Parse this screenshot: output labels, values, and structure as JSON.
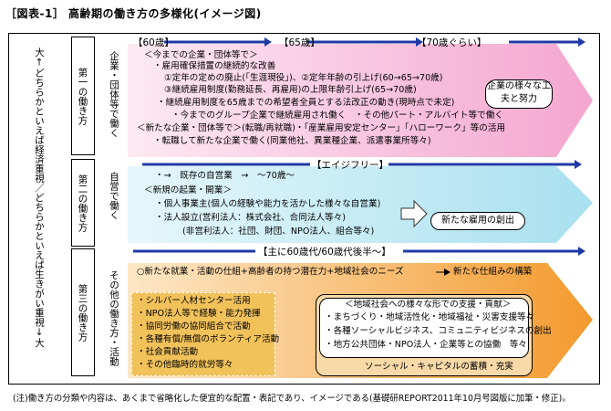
{
  "title": "［図表-1］ 高齢期の働き方の多様化(イメージ図)",
  "left_axis": "大↑どちらかといえば経済重視／どちらかといえば生きがい重視↓大",
  "row1": {
    "label": "第一の働き方",
    "sub_label": "企業・団体等で働く",
    "age_header": [
      "【60歳】",
      "【65歳】",
      "【70歳ぐらい】"
    ],
    "lines": [
      "＜今までの企業・団体等で＞",
      "・雇用確保措置の継続的な改善",
      "①定年の定めの廃止(「生涯現役」)、②定年年齢の引上げ(60→65→70歳)",
      "③継続雇用制度(勤務延長、再雇用)の上限年齢引上げ(65→70歳)",
      "・継続雇用制度を65歳までの希望者全員とする法改正の動き(現時点で未定)",
      "・今までのグループ企業で継続雇用され働く　・その他パート・アルバイト等で働く",
      "＜新たな企業・団体等で＞(転職/再就職)・「産業雇用安定センター」「ハローワーク」等の活用",
      "・転職して新たな企業で働く(同業他社、異業種企業、派遣事業所等々)"
    ],
    "note": "企業の様々な工夫と努力"
  },
  "row2": {
    "label": "第二の働き方",
    "sub_label": "自営で働く",
    "header": "【エイジフリー】",
    "lines": [
      "・→　既存の自営業　→　～70歳～",
      "＜新規の起業・開業＞",
      "・個人事業主(個人の経験や能力を活かした様々な自営業)",
      "・法人設立(営利法人：株式会社、合同法人等々)",
      "(非営利法人：社団、財団、NPO法人、組合等々)"
    ],
    "note": "新たな雇用の創出"
  },
  "row3": {
    "label": "第三の働き方",
    "sub_label": "その他の働き方・活動",
    "header": "【主に60歳代/60歳代後半～】",
    "intro": "○新たな就業・活動の仕組+高齢者の持つ潜在力+地域社会のニーズ",
    "new_mech": "新たな仕組みの構築",
    "left_lines": [
      "・シルバー人材センター活用",
      "・NPO法人等で経験・能力発揮",
      "・協同労働の協同組合で活動",
      "・各種有償/無償のボランティア活動",
      "・社会貢献活動",
      "・その他臨時的就労等々"
    ],
    "right_title": "＜地域社会への様々な形での支援・貢献＞",
    "right_lines": [
      "・まちづくり・地域活性化・地域福祉・災害支援等々",
      "・各種ソーシャルビジネス、コミュニティビジネスの創出",
      "・地方公共団体・NPO法人・企業等との協働　等々"
    ],
    "bottom": "ソーシャル・キャピタルの蓄積・充実"
  },
  "footnote": "(注)働き方の分類や内容は、あくまで省略化した便宜的な配置・表記であり、イメージである(基礎研REPORT2011年10月号図版に加筆・修正)。",
  "colors": {
    "pink": "#f7c6e0",
    "pink_light": "#fbe3ef",
    "blue": "#1f3aa6",
    "orange": "#f5b25a",
    "green": "#f1c46c"
  }
}
